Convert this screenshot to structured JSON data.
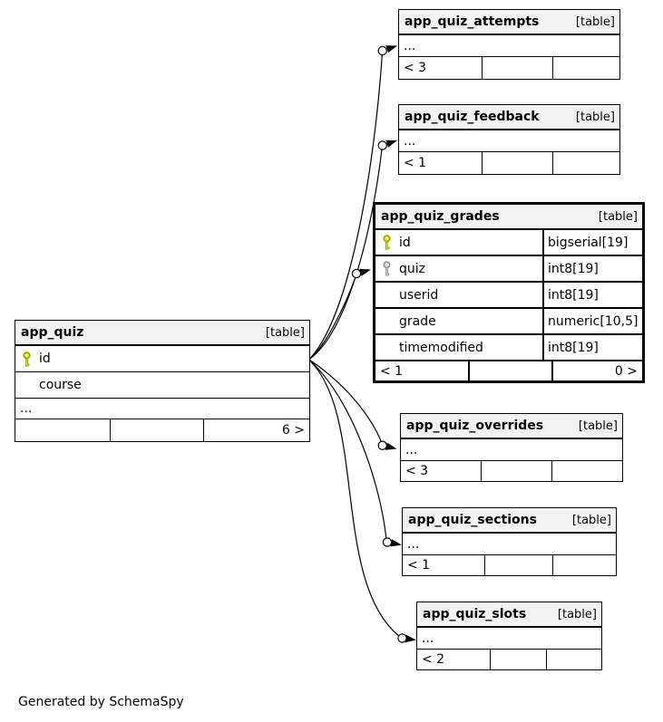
{
  "note": "Generated by SchemaSpy",
  "colors": {
    "header_bg": "#f3f3f3",
    "border": "#000000",
    "primary_key_fill": "#e8e800",
    "primary_key_stroke": "#9a9a00",
    "foreign_key_fill": "#d0d0d0",
    "foreign_key_stroke": "#8f8f8f"
  },
  "icons": {
    "primary_key": "yellow-key-icon",
    "foreign_key": "gray-key-icon",
    "edge_endpoint": "circle-arrow-connector"
  },
  "tables": {
    "app_quiz": {
      "title": "app_quiz",
      "badge": "[table]",
      "columns": [
        {
          "name": "id"
        },
        {
          "name": "course"
        }
      ],
      "more": "...",
      "footer": {
        "left": "",
        "mid": "",
        "right": "6 >"
      }
    },
    "app_quiz_attempts": {
      "title": "app_quiz_attempts",
      "badge": "[table]",
      "more": "...",
      "footer": {
        "left": "< 3",
        "mid": "",
        "right": ""
      }
    },
    "app_quiz_feedback": {
      "title": "app_quiz_feedback",
      "badge": "[table]",
      "more": "...",
      "footer": {
        "left": "< 1",
        "mid": "",
        "right": ""
      }
    },
    "app_quiz_grades": {
      "title": "app_quiz_grades",
      "badge": "[table]",
      "columns": [
        {
          "name": "id",
          "type": "bigserial[19]"
        },
        {
          "name": "quiz",
          "type": "int8[19]"
        },
        {
          "name": "userid",
          "type": "int8[19]"
        },
        {
          "name": "grade",
          "type": "numeric[10,5]"
        },
        {
          "name": "timemodified",
          "type": "int8[19]"
        }
      ],
      "footer": {
        "left": "< 1",
        "mid": "",
        "right": "0 >"
      }
    },
    "app_quiz_overrides": {
      "title": "app_quiz_overrides",
      "badge": "[table]",
      "more": "...",
      "footer": {
        "left": "< 3",
        "mid": "",
        "right": ""
      }
    },
    "app_quiz_sections": {
      "title": "app_quiz_sections",
      "badge": "[table]",
      "more": "...",
      "footer": {
        "left": "< 1",
        "mid": "",
        "right": ""
      }
    },
    "app_quiz_slots": {
      "title": "app_quiz_slots",
      "badge": "[table]",
      "more": "...",
      "footer": {
        "left": "< 2",
        "mid": "",
        "right": ""
      }
    }
  }
}
